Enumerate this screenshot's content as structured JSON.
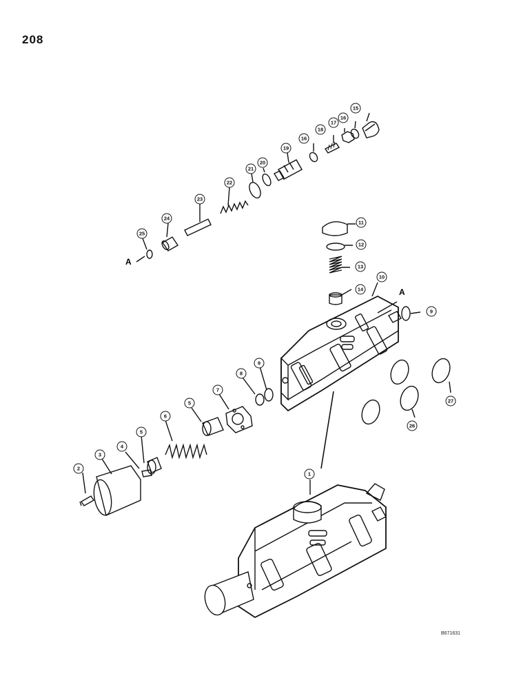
{
  "page_number": "208",
  "drawing_code": "B671631",
  "reference_letter": "A",
  "callouts": {
    "c1": "1",
    "c2": "2",
    "c3": "3",
    "c4": "4",
    "c5a": "5",
    "c5b": "5",
    "c6": "6",
    "c7": "7",
    "c8": "8",
    "c9a": "9",
    "c9b": "9",
    "c10": "10",
    "c11": "11",
    "c12": "12",
    "c13": "13",
    "c14": "14",
    "c15": "15",
    "c16a": "16",
    "c16b": "16",
    "c17": "17",
    "c18": "18",
    "c19": "19",
    "c20": "20",
    "c21": "21",
    "c22": "22",
    "c23": "23",
    "c24": "24",
    "c25": "25",
    "c26": "26",
    "c27": "27"
  }
}
